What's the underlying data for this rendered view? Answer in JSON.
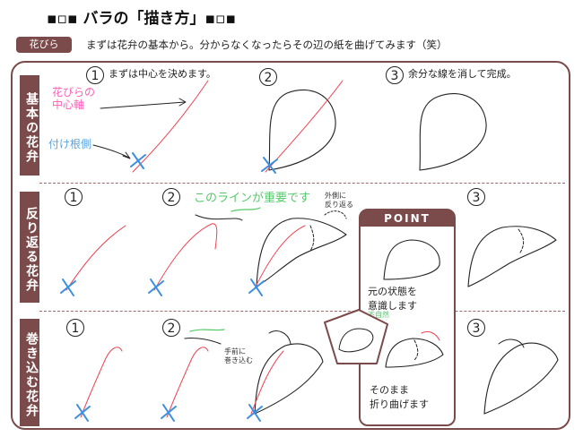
{
  "title": "▪▫▪ バラの「描き方」▪▫▪",
  "category_badge": "花びら",
  "intro": "まずは花弁の基本から。分からなくなったらその辺の紙を曲げてみます（笑）",
  "rows": [
    {
      "label": "基本の花弁"
    },
    {
      "label": "反り返る花弁"
    },
    {
      "label": "巻き込む花弁"
    }
  ],
  "step_numbers": [
    "1",
    "2",
    "3"
  ],
  "step_texts": {
    "basic_1": "まずは中心を決めます。",
    "basic_3": "余分な線を消して完成。"
  },
  "notes": {
    "center_axis": "花びらの\n中心軸",
    "root_side": "付け根側",
    "important_line": "このラインが重要です",
    "outer_curl": "外側に\n反り返る",
    "inner_curl": "手前に\n巻き込む"
  },
  "point": {
    "title": "POINT",
    "note_1": "元の状態を\n意識します",
    "note_2": "そのまま\n折り曲げます",
    "mini_label": "不自然"
  },
  "colors": {
    "brand": "#7b4a4a",
    "guide_red": "#ee4455",
    "root_blue": "#3a8fe0",
    "hand_pink": "#ff5fb7",
    "hand_green": "#55c96b"
  }
}
